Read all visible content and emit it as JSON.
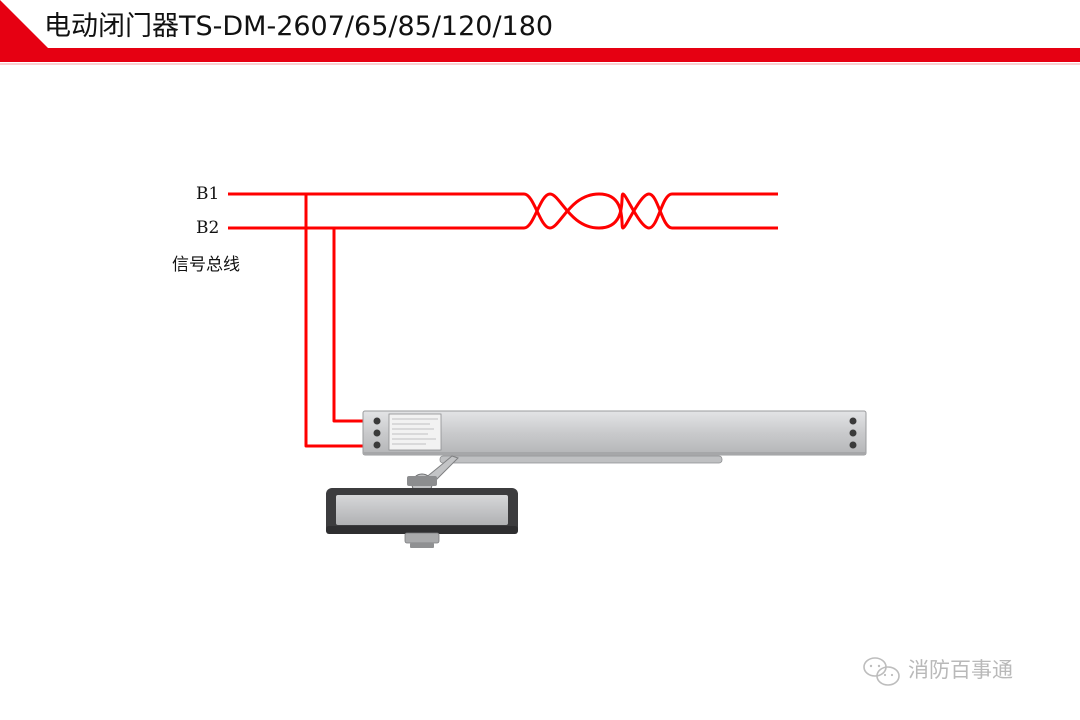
{
  "header": {
    "title": "电动闭门器TS-DM-2607/65/85/120/180",
    "accent_color": "#e60012"
  },
  "bus": {
    "line1_label": "B1",
    "line2_label": "B2",
    "caption": "信号总线",
    "wire_color": "#ff0000"
  },
  "device": {
    "name": "door-closer",
    "body_color": "#c8c9cb",
    "dark_color": "#3c3c3e"
  },
  "watermark": {
    "icon": "wechat-icon",
    "text": "消防百事通"
  }
}
